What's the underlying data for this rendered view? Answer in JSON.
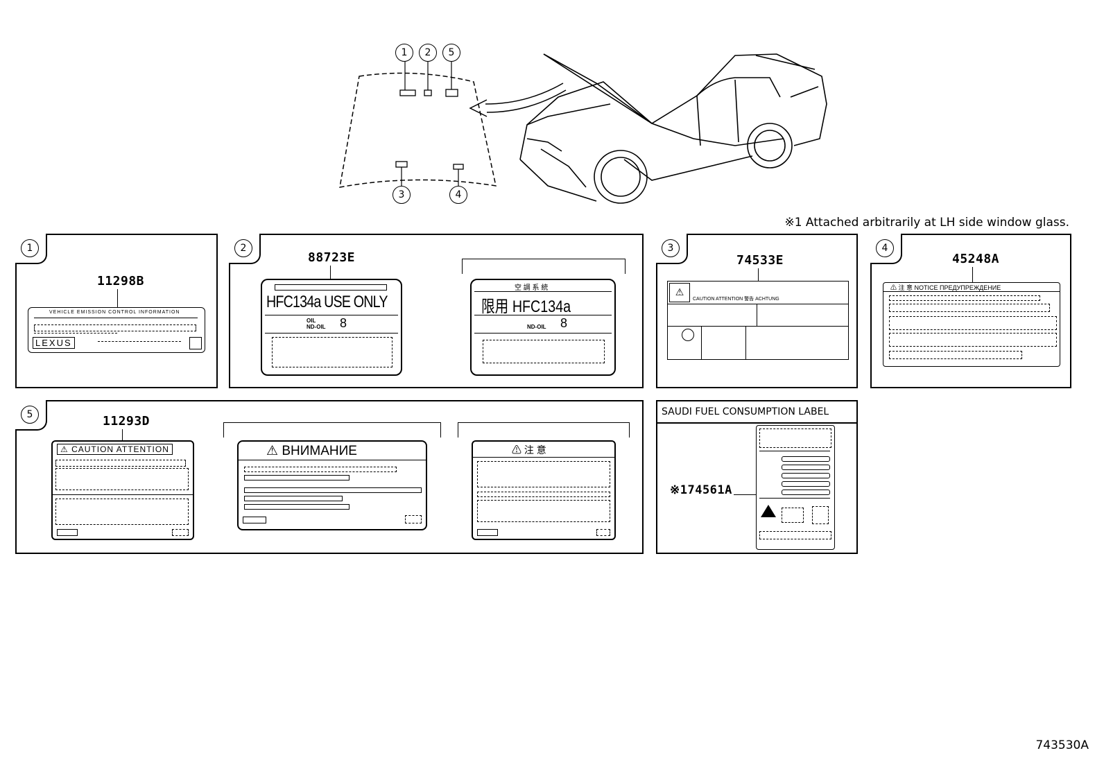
{
  "callouts": [
    "1",
    "2",
    "5",
    "3",
    "4"
  ],
  "note": "※1 Attached arbitrarily at LH side window glass.",
  "panels": [
    {
      "num": "1",
      "part": "11298B",
      "label_heading": "VEHICLE EMISSION CONTROL INFORMATION",
      "brand": "LEXUS"
    },
    {
      "num": "2",
      "part": "88723E",
      "label_a": {
        "title": "HFC134a USE ONLY",
        "oil": "OIL",
        "nd_oil": "ND-OIL",
        "oil_num": "8"
      },
      "label_b": {
        "header": "空 調 系 統",
        "title": "限用 HFC134a",
        "nd_oil": "ND-OIL",
        "oil_num": "8"
      }
    },
    {
      "num": "3",
      "part": "74533E",
      "label_heading": "CAUTION  ATTENTION  警告  ACHTUNG"
    },
    {
      "num": "4",
      "part": "45248A",
      "label_heading": "⚠ 注 意   NOTICE   ПРЕДУПРЕЖДЕНИЕ"
    },
    {
      "num": "5",
      "part": "11293D",
      "label_a_heading": "CAUTION   ATTENTION",
      "label_b_heading": "ВНИМАНИЕ",
      "label_c_heading": "注 意"
    },
    {
      "title": "SAUDI FUEL CONSUMPTION LABEL",
      "part": "※174561A"
    }
  ],
  "diagram_code": "743530A"
}
